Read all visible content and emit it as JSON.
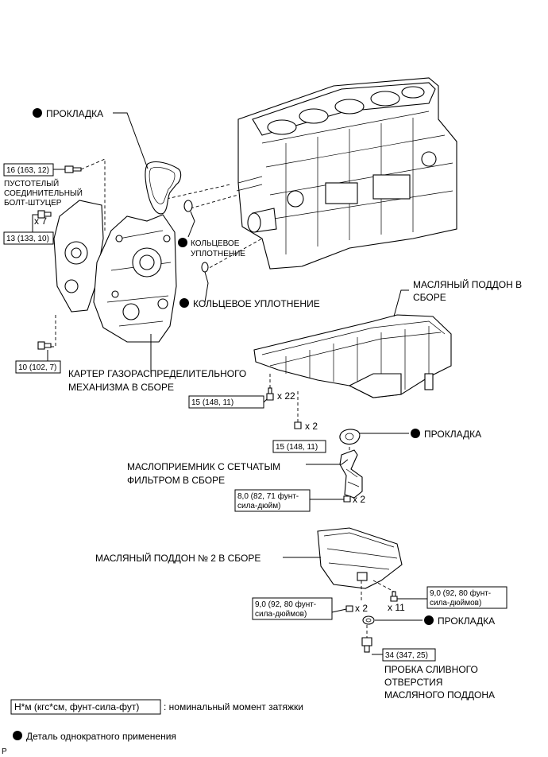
{
  "labels": {
    "gasket_top": "ПРОКЛАДКА",
    "oring_1_line1": "КОЛЬЦЕВОЕ",
    "oring_1_line2": "УПЛОТНЕНИЕ",
    "oring_2": "КОЛЬЦЕВОЕ УПЛОТНЕНИЕ",
    "union_bolt_line1": "ПУСТОТЕЛЫЙ",
    "union_bolt_line2": "СОЕДИНИТЕЛЬНЫЙ",
    "union_bolt_line3": "БОЛТ-ШТУЦЕР",
    "timing_case_line1": "КАРТЕР ГАЗОРАСПРЕДЕЛИТЕЛЬНОГО",
    "timing_case_line2": "МЕХАНИЗМА В СБОРЕ",
    "oil_pan_line1": "МАСЛЯНЫЙ ПОДДОН В",
    "oil_pan_line2": "СБОРЕ",
    "gasket_mid": "ПРОКЛАДКА",
    "strainer_line1": "МАСЛОПРИЕМНИК С СЕТЧАТЫМ",
    "strainer_line2": "ФИЛЬТРОМ В СБОРЕ",
    "oil_pan2": "МАСЛЯНЫЙ ПОДДОН № 2 В СБОРЕ",
    "gasket_bottom": "ПРОКЛАДКА",
    "drain_plug_line1": "ПРОБКА СЛИВНОГО",
    "drain_plug_line2": "ОТВЕРСТИЯ",
    "drain_plug_line3": "МАСЛЯНОГО ПОДДОНА"
  },
  "torques": {
    "union_bolt": "16 (163, 12)",
    "case_bolts": "13 (133, 10)",
    "case_lower": "10 (102, 7)",
    "pan_bolts": "15 (148, 11)",
    "pan_nuts": "15 (148, 11)",
    "strainer_line1": "8,0 (82, 71 фунт-",
    "strainer_line2": "сила-дюйм)",
    "pan2_nuts_line1": "9,0 (92, 80 фунт-",
    "pan2_nuts_line2": "сила-дюймов)",
    "pan2_bolts_line1": "9,0 (92, 80 фунт-",
    "pan2_bolts_line2": "сила-дюймов)",
    "drain_plug": "34 (347, 25)"
  },
  "counts": {
    "case_bolts": "x 7",
    "pan_bolts": "x 22",
    "pan_nuts": "x 2",
    "strainer_bolts": "x 2",
    "pan2_nuts": "x 2",
    "pan2_bolts": "x 11"
  },
  "legend": {
    "torque_unit": "Н*м (кгс*см, фунт-сила-фут)",
    "torque_desc": ": номинальный момент затяжки",
    "single_use": "Деталь однократного применения",
    "corner_mark": "P"
  }
}
